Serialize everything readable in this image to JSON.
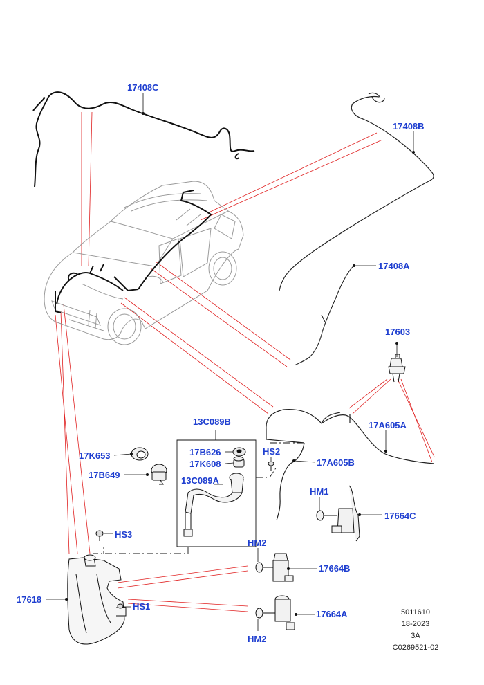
{
  "labels": {
    "l17408C": "17408C",
    "l17408B": "17408B",
    "l17408A": "17408A",
    "l17603": "17603",
    "l17A605A": "17A605A",
    "l17A605B": "17A605B",
    "l13C089B": "13C089B",
    "l17B626": "17B626",
    "l17K608": "17K608",
    "l13C089A": "13C089A",
    "lHS2": "HS2",
    "l17K653": "17K653",
    "l17B649": "17B649",
    "lHM1": "HM1",
    "l17664C": "17664C",
    "lHS3": "HS3",
    "lHM2a": "HM2",
    "l17664B": "17664B",
    "l17618": "17618",
    "lHS1": "HS1",
    "l17664A": "17664A",
    "lHM2b": "HM2"
  },
  "meta": {
    "line1": "5011610",
    "line2": "18-2023",
    "line3": "3A",
    "line4": "C0269521-02"
  },
  "colors": {
    "label": "#1f3fd0",
    "leader": "#e02020",
    "part": "#111111"
  }
}
